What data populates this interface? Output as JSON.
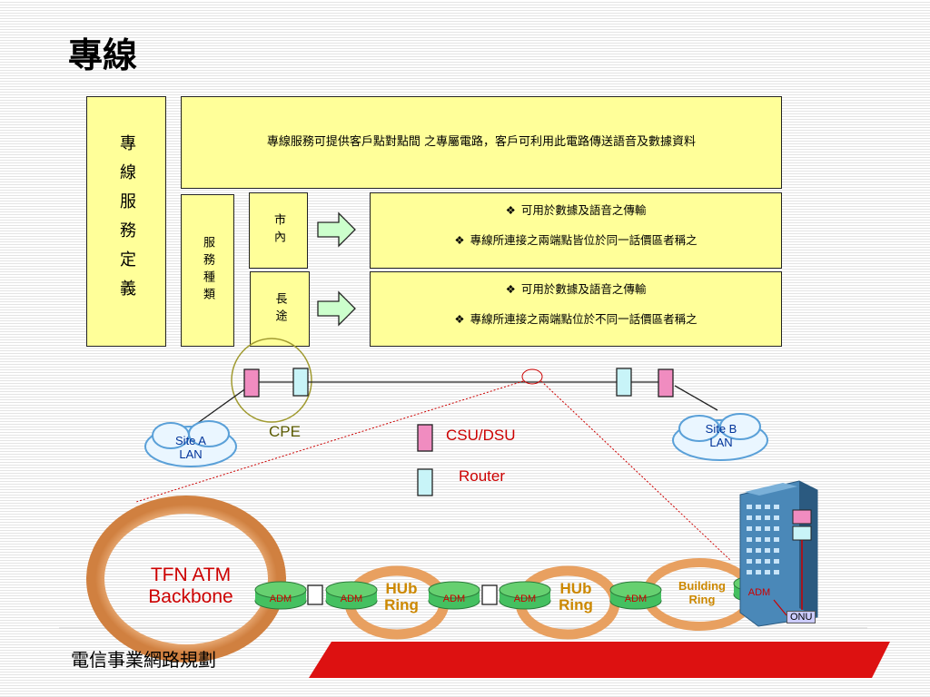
{
  "slide": {
    "title": "專線",
    "footer": "電信事業網路規劃"
  },
  "definition": {
    "label": "專線服務定義",
    "description": "專線服務可提供客戶點對點間 之專屬電路，客戶可利用此電路傳送語音及數據資料"
  },
  "service_types": {
    "label": "服務種類",
    "local": {
      "name": "市內",
      "bullets": [
        "可用於數據及語音之傳輸",
        "專線所連接之兩端點皆位於同一話價區者稱之"
      ]
    },
    "long_distance": {
      "name": "長途",
      "bullets": [
        "可用於數據及語音之傳輸",
        "專線所連接之兩端點位於不同一話價區者稱之"
      ]
    }
  },
  "network": {
    "cpe_label": "CPE",
    "site_a": "Site A\nLAN",
    "site_b": "Site B\nLAN",
    "legend": {
      "csu_dsu": "CSU/DSU",
      "router": "Router",
      "csu_color": "#f08cc0",
      "router_color": "#c8f4f8"
    },
    "backbone": "TFN ATM\nBackbone",
    "rings": [
      "HUb\nRing",
      "HUb\nRing",
      "Building\nRing"
    ],
    "adm_label": "ADM",
    "onu_label": "ONU"
  },
  "colors": {
    "box_fill": "#ffff99",
    "arrow_fill": "#ccffcc",
    "ring": "#e8a060",
    "red_band": "#dd1111"
  }
}
